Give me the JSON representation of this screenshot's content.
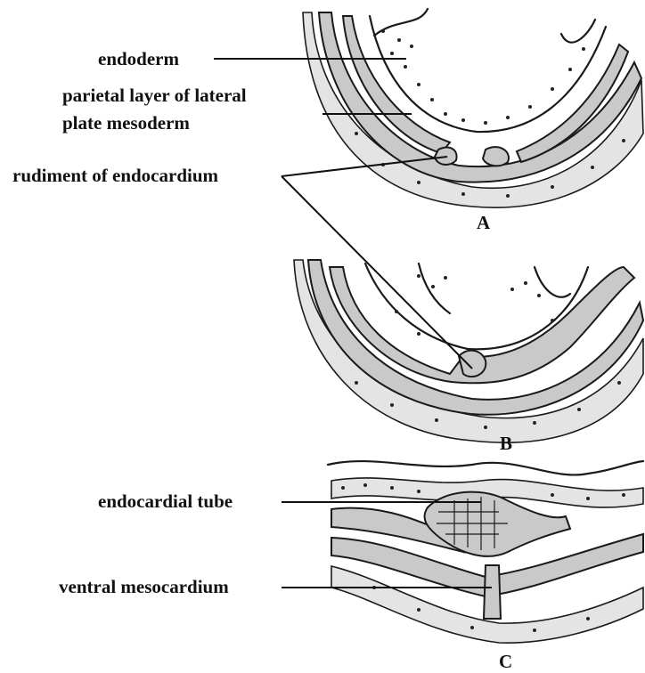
{
  "labels": {
    "endoderm": "endoderm",
    "parietal_line1": "parietal layer of lateral",
    "parietal_line2": "plate mesoderm",
    "rudiment": "rudiment of endocardium",
    "endocardial_tube": "endocardial tube",
    "ventral_mesocardium": "ventral mesocardium"
  },
  "panels": {
    "a": "A",
    "b": "B",
    "c": "C"
  }
}
